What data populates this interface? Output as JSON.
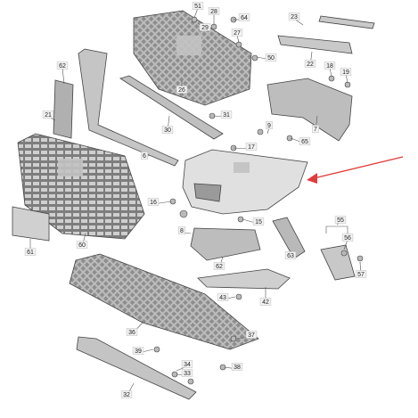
{
  "diagram": {
    "callouts": [
      {
        "id": "c51",
        "label": "51"
      },
      {
        "id": "c28",
        "label": "28"
      },
      {
        "id": "c64",
        "label": "64"
      },
      {
        "id": "c23",
        "label": "23"
      },
      {
        "id": "c29",
        "label": "29"
      },
      {
        "id": "c27",
        "label": "27"
      },
      {
        "id": "c50",
        "label": "50"
      },
      {
        "id": "c22",
        "label": "22"
      },
      {
        "id": "c62a",
        "label": "62"
      },
      {
        "id": "c18",
        "label": "18"
      },
      {
        "id": "c19",
        "label": "19"
      },
      {
        "id": "c26",
        "label": "26"
      },
      {
        "id": "c31",
        "label": "31"
      },
      {
        "id": "c21",
        "label": "21"
      },
      {
        "id": "c9",
        "label": "9"
      },
      {
        "id": "c7",
        "label": "7"
      },
      {
        "id": "c30",
        "label": "30"
      },
      {
        "id": "c17",
        "label": "17"
      },
      {
        "id": "c65",
        "label": "65"
      },
      {
        "id": "c6",
        "label": "6"
      },
      {
        "id": "c16",
        "label": "16"
      },
      {
        "id": "c15",
        "label": "15"
      },
      {
        "id": "c8",
        "label": "8"
      },
      {
        "id": "c55",
        "label": "55"
      },
      {
        "id": "c60",
        "label": "60"
      },
      {
        "id": "c56",
        "label": "56"
      },
      {
        "id": "c61",
        "label": "61"
      },
      {
        "id": "c62b",
        "label": "62"
      },
      {
        "id": "c63",
        "label": "63"
      },
      {
        "id": "c57",
        "label": "57"
      },
      {
        "id": "c43",
        "label": "43"
      },
      {
        "id": "c42",
        "label": "42"
      },
      {
        "id": "c36",
        "label": "36"
      },
      {
        "id": "c37",
        "label": "37"
      },
      {
        "id": "c39",
        "label": "39"
      },
      {
        "id": "c34",
        "label": "34"
      },
      {
        "id": "c33",
        "label": "33"
      },
      {
        "id": "c38",
        "label": "38"
      },
      {
        "id": "c32",
        "label": "32"
      }
    ],
    "colors": {
      "part_fill": "#d9d9d9",
      "part_dark": "#9a9a9a",
      "arrow": "#e23b3b",
      "blur": "#b8b8b8"
    }
  }
}
